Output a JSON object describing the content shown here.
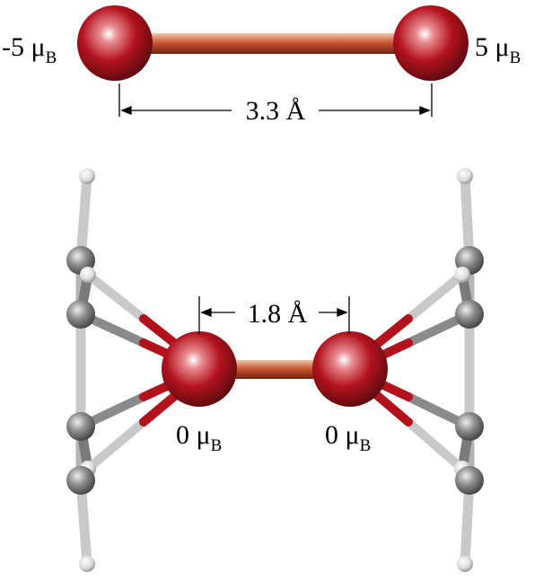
{
  "top": {
    "left_moment": "-5",
    "right_moment": "5",
    "distance": "3.3 Å"
  },
  "bottom": {
    "left_moment": "0",
    "right_moment": "0",
    "distance": "1.8 Å"
  },
  "unit": {
    "mu": "μ",
    "sub": "B"
  },
  "colors": {
    "metal": "#b3121d",
    "bond": "#c2502c",
    "carbon": "#8c8c8c",
    "hydrogen": "#e8e8e8"
  }
}
